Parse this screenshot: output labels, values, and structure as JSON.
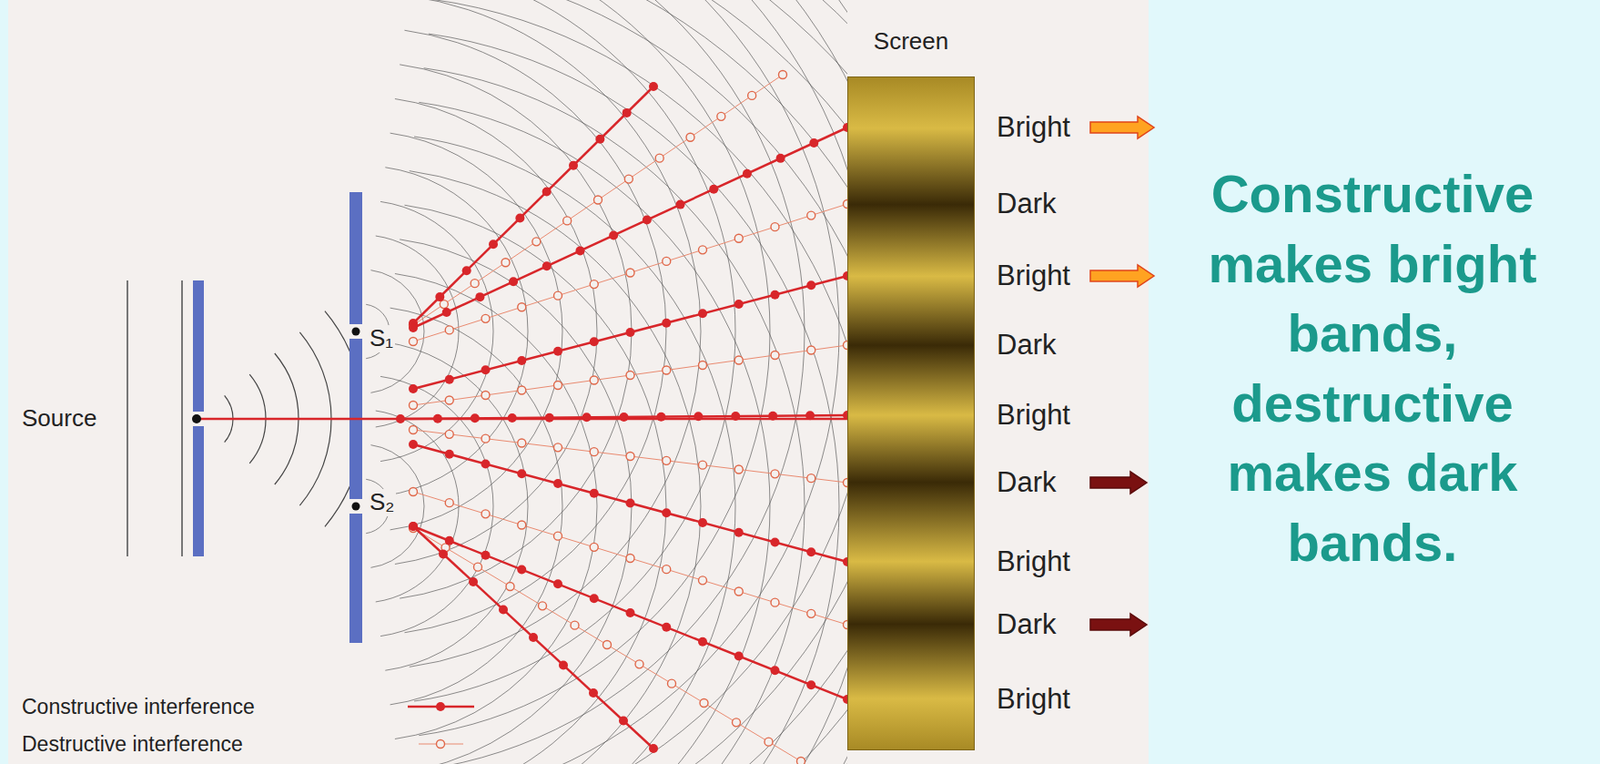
{
  "diagram": {
    "nodes": [
      {
        "text": [
          "Screen"
        ]
      }
    ],
    "labels": [
      "Bright",
      "Dark",
      "Bright",
      "Dark",
      "Bright",
      "Dark",
      "Bright",
      "Dark",
      "Bright",
      "Source",
      "S₁",
      "S₂",
      "Constructive makes bright bands, destructive makes dark bands."
    ],
    "legend": [
      {
        "text": "Constructive interference"
      },
      {
        "text": "Destructive interference"
      }
    ]
  }
}
